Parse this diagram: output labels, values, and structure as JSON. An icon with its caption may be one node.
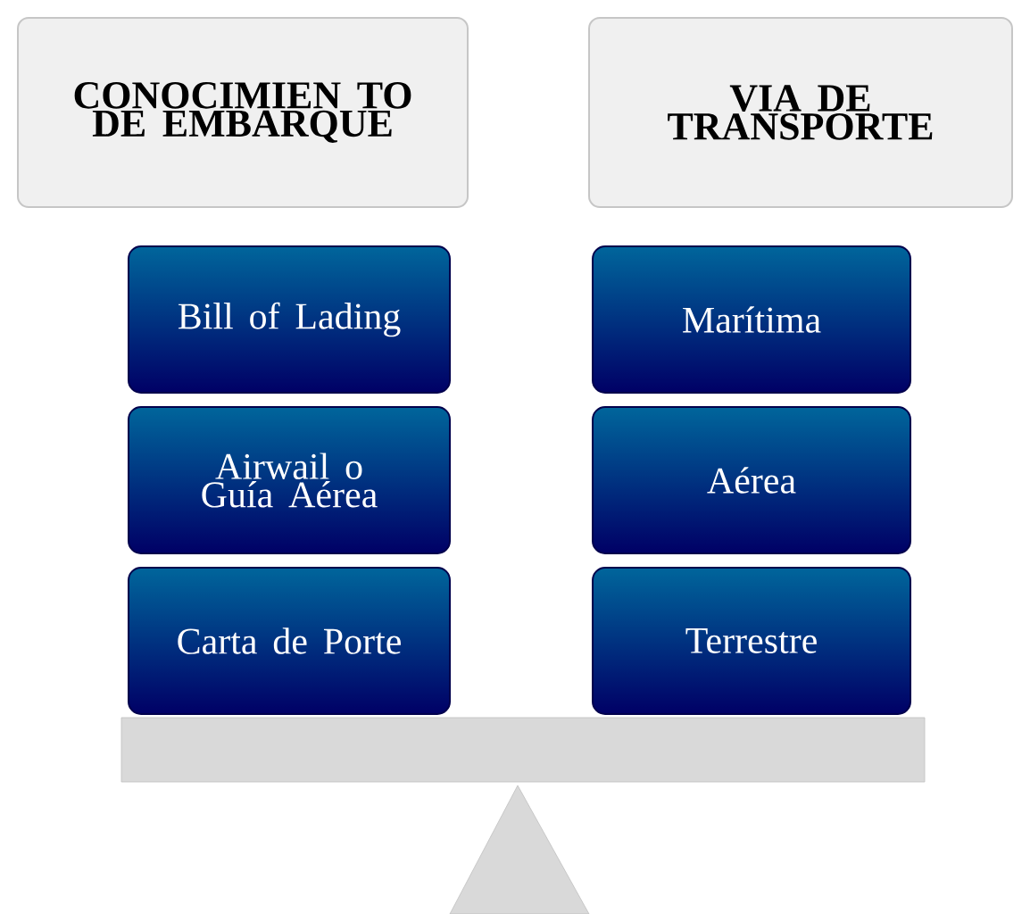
{
  "diagram": {
    "nodes": [
      {
        "text": [
          "CONOCIMIEN TO DE EMBARQUE"
        ]
      },
      {
        "text": [
          "VIA DE TRANSPORTE"
        ]
      },
      {
        "text": [
          "Bill of Lading"
        ]
      },
      {
        "text": [
          "Airwail o Guía Aérea"
        ]
      },
      {
        "text": [
          "Carta de Porte"
        ]
      },
      {
        "text": [
          "Marítima"
        ]
      },
      {
        "text": [
          "Aérea"
        ]
      },
      {
        "text": [
          "Terrestre"
        ]
      }
    ]
  }
}
